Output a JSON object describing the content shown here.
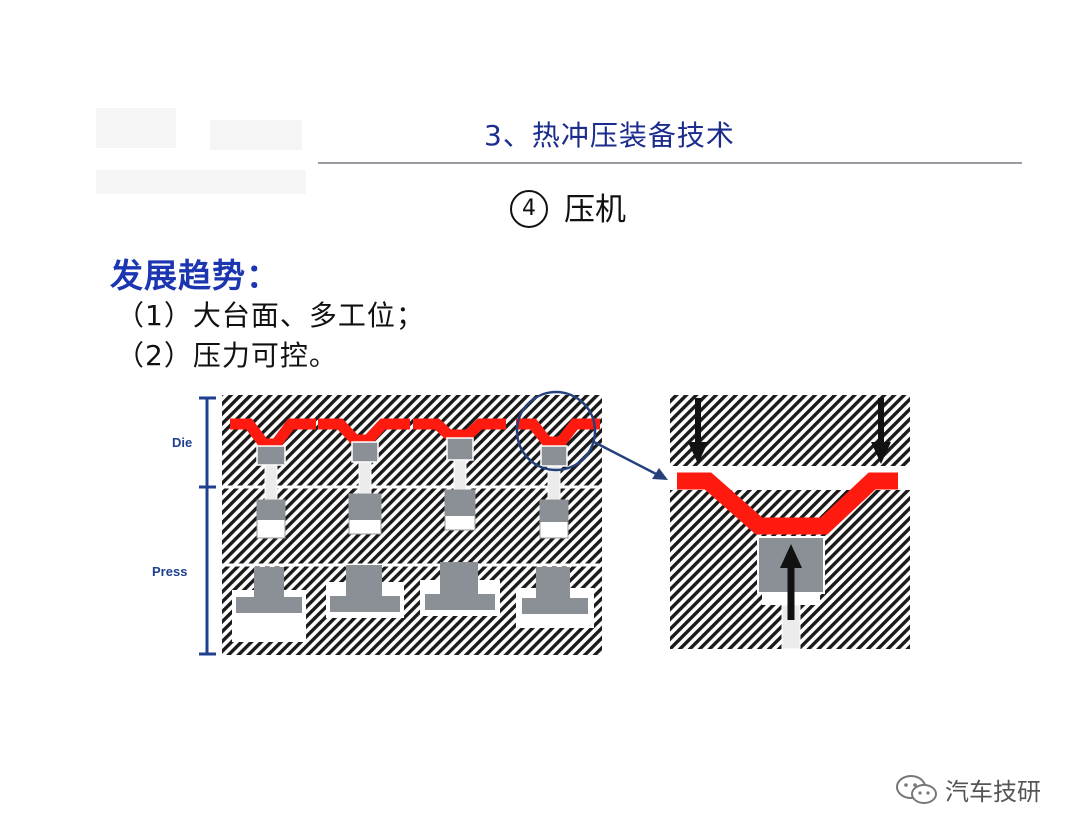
{
  "header": {
    "section_title": "3、热冲压装备技术",
    "subtitle_number": "4",
    "subtitle_text": "压机"
  },
  "trends": {
    "heading": "发展趋势：",
    "items": [
      "（1）大台面、多工位；",
      "（2）压力可控。"
    ]
  },
  "diagram": {
    "label_die": "Die",
    "label_press": "Press",
    "colors": {
      "sheet": "#ff1a0f",
      "punch": "#8a9096",
      "bracket": "#1f3f8f",
      "callout": "#24417c"
    }
  },
  "watermark": {
    "text": "汽车技研",
    "icon": "wechat-icon"
  }
}
